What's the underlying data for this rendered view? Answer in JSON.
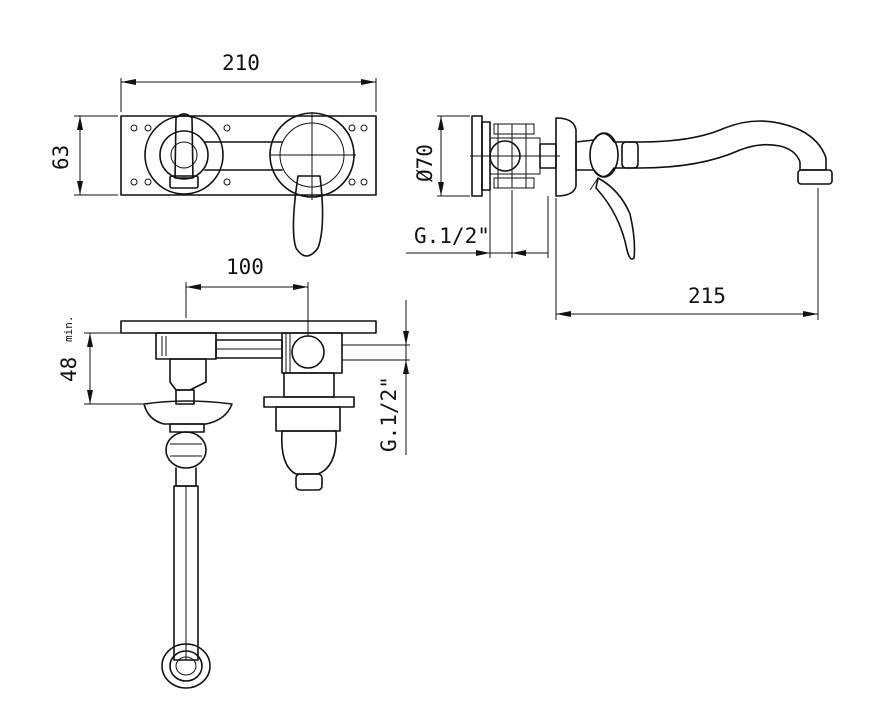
{
  "drawing": {
    "top_width": "210",
    "plate_height": "63",
    "diameter": "Ø70",
    "thread_side": "G.1/2\"",
    "projection": "215",
    "center_distance": "100",
    "min_depth_value": "48",
    "min_depth_unit": "min.",
    "thread_plan": "G.1/2\""
  }
}
